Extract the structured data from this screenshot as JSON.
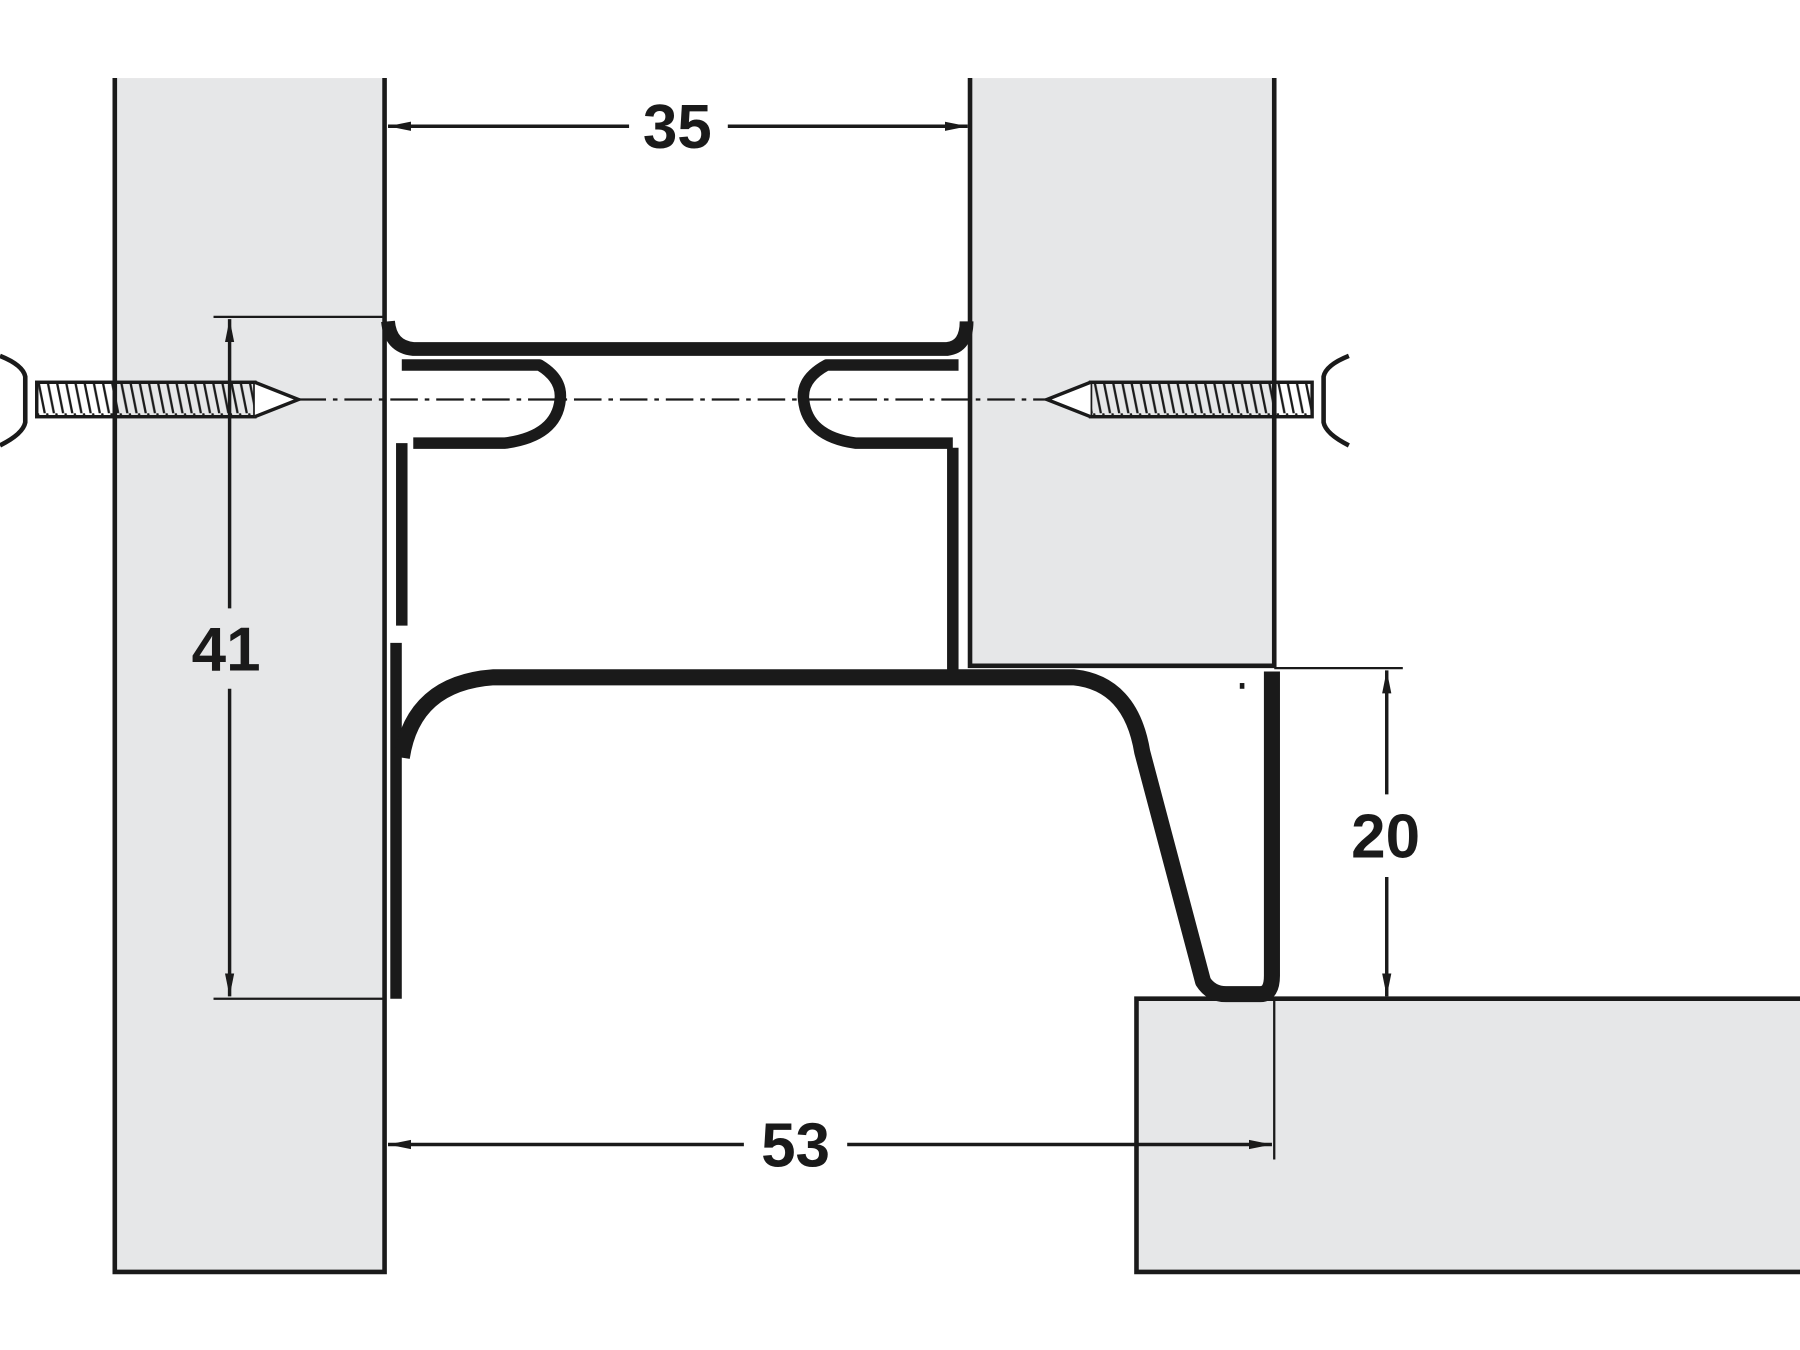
{
  "diagram": {
    "dimensions": {
      "top_width": "35",
      "left_height": "41",
      "right_height": "20",
      "bottom_width": "53"
    },
    "colors": {
      "panel": "#e6e7e8",
      "line": "#1a1a1a",
      "background": "#ffffff"
    }
  }
}
